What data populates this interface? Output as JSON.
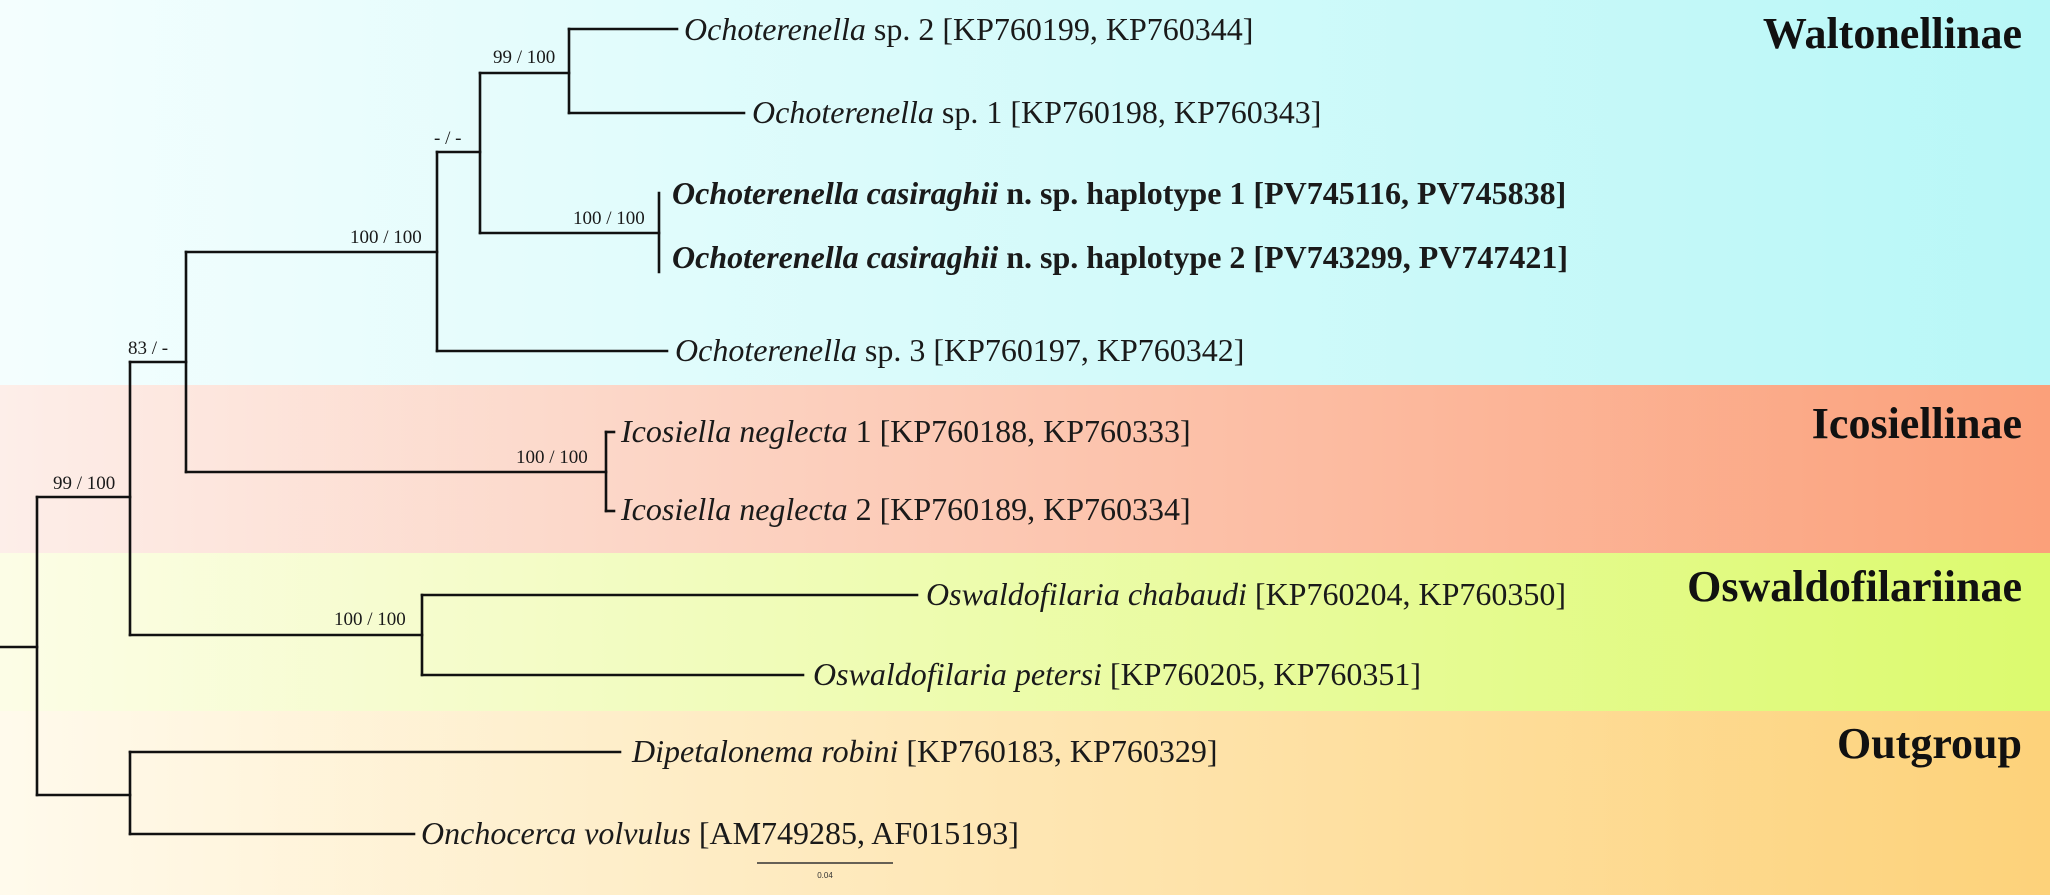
{
  "clades": [
    {
      "name": "Waltonellinae",
      "color_left": "#f4fefe",
      "color_right": "#b8f7f7"
    },
    {
      "name": "Icosiellinae",
      "color_left": "#fdeee9",
      "color_right": "#fba07a"
    },
    {
      "name": "Oswaldofilariinae",
      "color_left": "#fcfde6",
      "color_right": "#dcfa6e"
    },
    {
      "name": "Outgroup",
      "color_left": "#fffaec",
      "color_right": "#fdd27a"
    }
  ],
  "taxa": [
    {
      "italic": "Ochoterenella",
      "rest": " sp. 2 [KP760199, KP760344]",
      "bold": false
    },
    {
      "italic": "Ochoterenella",
      "rest": " sp. 1 [KP760198, KP760343]",
      "bold": false
    },
    {
      "italic": "Ochoterenella casiraghii",
      "rest": " n. sp. haplotype 1 [PV745116, PV745838]",
      "bold": true
    },
    {
      "italic": "Ochoterenella casiraghii",
      "rest": " n. sp. haplotype 2 [PV743299, PV747421]",
      "bold": true
    },
    {
      "italic": "Ochoterenella",
      "rest": " sp. 3 [KP760197, KP760342]",
      "bold": false
    },
    {
      "italic": "Icosiella neglecta",
      "rest": " 1 [KP760188, KP760333]",
      "bold": false
    },
    {
      "italic": "Icosiella neglecta",
      "rest": " 2 [KP760189, KP760334]",
      "bold": false
    },
    {
      "italic": "Oswaldofilaria chabaudi",
      "rest": " [KP760204, KP760350]",
      "bold": false
    },
    {
      "italic": "Oswaldofilaria petersi",
      "rest": " [KP760205, KP760351]",
      "bold": false
    },
    {
      "italic": "Dipetalonema robini",
      "rest": " [KP760183, KP760329]",
      "bold": false
    },
    {
      "italic": "Onchocerca volvulus",
      "rest": " [AM749285, AF015193]",
      "bold": false
    }
  ],
  "support_values": [
    "99 / 100",
    "- / -",
    "100 / 100",
    "100 / 100",
    "83 / -",
    "100 / 100",
    "99 / 100",
    "100 / 100"
  ],
  "scale_bar_label": "0.04"
}
